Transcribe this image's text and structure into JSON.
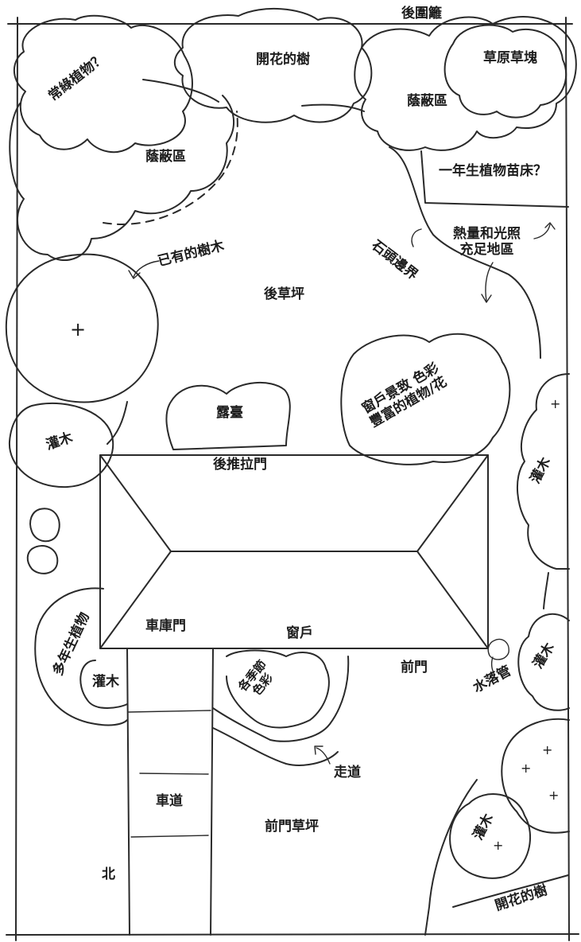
{
  "labels": {
    "back_fence": "後圍籬",
    "evergreen": "常綠植物？",
    "flowering_tree_top": "開花的樹",
    "prairie_sod": "草原草塊",
    "shade_left": "蔭蔽區",
    "shade_right": "蔭蔽區",
    "annual_bed": "一年生植物苗床？",
    "existing_tree": "已有的樹木",
    "stone_edge": "石頭邊界",
    "sunny_area_line1": "熱量和光照",
    "sunny_area_line2": "充足地區",
    "back_lawn": "後草坪",
    "patio": "露臺",
    "window_flowers_line1": "窗戶景致 色彩",
    "window_flowers_line2": "豐富的植物/花",
    "shrub_left": "灌木",
    "sliding_door": "後推拉門",
    "shrub_right_mid": "灌木",
    "perennials": "多年生植物",
    "shrub_left_low": "灌木",
    "garage_door": "車庫門",
    "window": "窗戶",
    "front_door": "前門",
    "downspout": "水落管",
    "shrub_right_low": "灌木",
    "seasonal_color_line1": "各季節",
    "seasonal_color_line2": "色彩",
    "walkway": "走道",
    "driveway": "車道",
    "front_lawn": "前門草坪",
    "shrub_bottom_right": "灌木",
    "north": "北",
    "flowering_tree_bottom": "開花的樹"
  },
  "markers": {
    "tree_center": "+",
    "plus": "+"
  }
}
